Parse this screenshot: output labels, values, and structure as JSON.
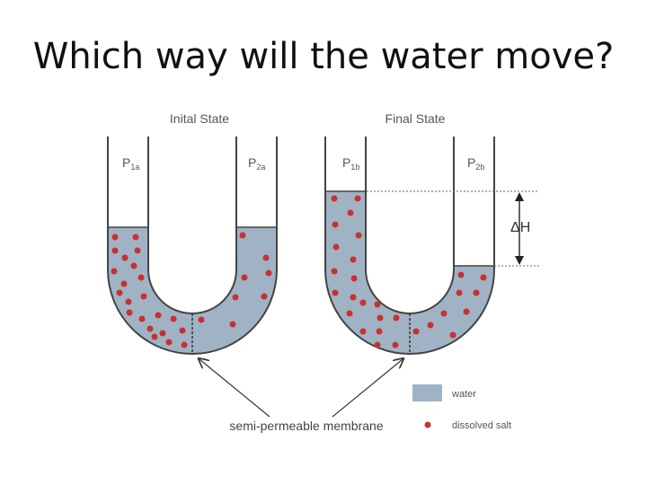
{
  "title": "Which way will the water move?",
  "diagram": {
    "initial_state_label": "Inital State",
    "final_state_label": "Final State",
    "p1a": {
      "main": "P",
      "sub": "1a"
    },
    "p2a": {
      "main": "P",
      "sub": "2a"
    },
    "p1b": {
      "main": "P",
      "sub": "1b"
    },
    "p2b": {
      "main": "P",
      "sub": "2b"
    },
    "delta_h_label": "ΔH",
    "membrane_label": "semi-permeable membrane",
    "legend": {
      "water_label": "water",
      "salt_label": "dissolved salt",
      "water_color": "#9fb3c4",
      "salt_color": "#c8312f"
    }
  }
}
